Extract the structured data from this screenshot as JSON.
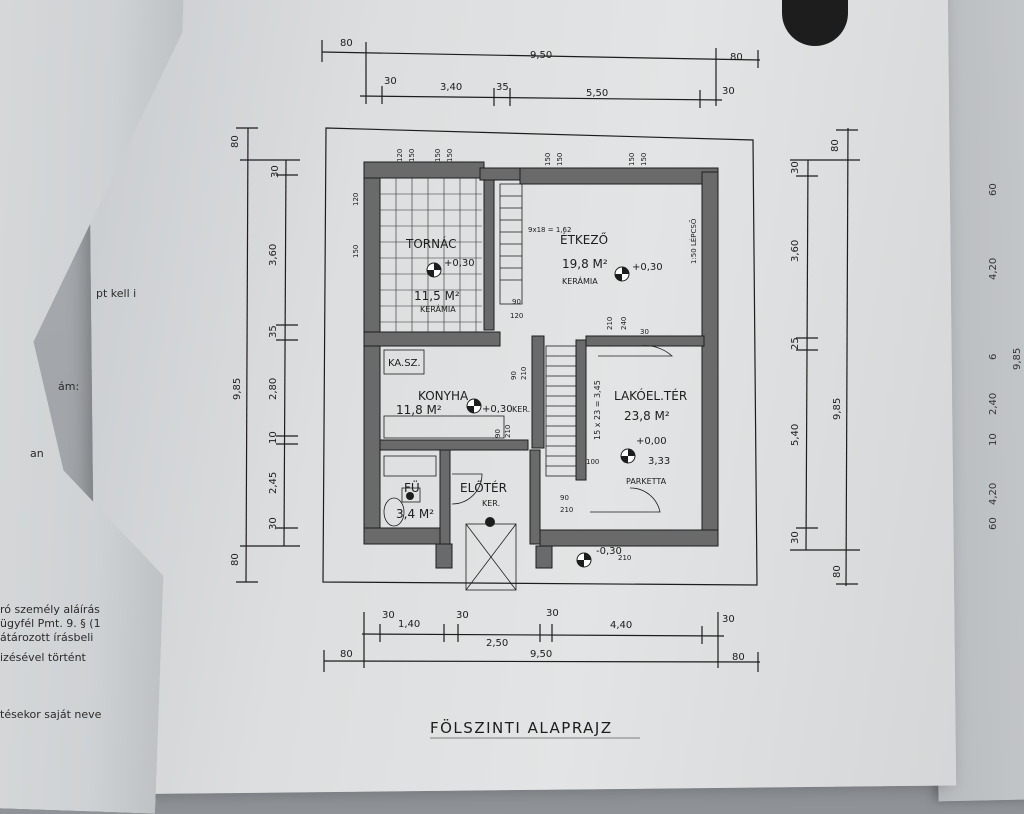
{
  "left_sheet": {
    "lines": [
      "pt kell i",
      "ám:",
      "an",
      "ró személy aláírás",
      "ügyfél Pmt. 9. § (1",
      "átározott írásbeli",
      "izésével történt",
      "tésekor saját neve"
    ]
  },
  "right_sheet": {
    "dims": [
      "60",
      "4,20",
      "6",
      "2,40",
      "10",
      "4,20",
      "60",
      "9,85"
    ]
  },
  "plan": {
    "title": "FÖLSZINTI ALAPRAJZ",
    "rooms": [
      {
        "name": "TORNÁC",
        "area": "11,5 M²",
        "floor": "KERÁMIA",
        "level": "+0,30"
      },
      {
        "name": "ÉTKEZŐ",
        "area": "19,8 M²",
        "floor": "KERÁMIA",
        "level": "+0,30"
      },
      {
        "name": "KONYHA",
        "area": "11,8 M²",
        "floor": "KER.",
        "level": "+0,30"
      },
      {
        "name": "LAKÓEL.TÉR",
        "area": "23,8 M²",
        "floor": "PARKETTA",
        "level": "+0,00",
        "extra": "3,33"
      },
      {
        "name": "ELŐTÉR",
        "area": "",
        "floor": "KER.",
        "level": ""
      },
      {
        "name": "FÜ",
        "area": "3,4 M²",
        "floor": "",
        "level": ""
      },
      {
        "name": "KA.SZ.",
        "area": "",
        "floor": "",
        "level": ""
      }
    ],
    "stair_label_1": "9x18 = 1,62",
    "stair_label_2": "15 x 23 = 3,45",
    "kitchen_note": "1:50 LÉPCSŐ",
    "entrance_level": "-0,30",
    "top_dims": {
      "left": "80",
      "total": "9,50",
      "right": "80",
      "sub": [
        "30",
        "3,40",
        "35",
        "5,50",
        "30"
      ]
    },
    "bottom_dims": {
      "left": "80",
      "total": "9,50",
      "right": "80",
      "sub": [
        "30",
        "1,40",
        "30",
        "2,50",
        "30",
        "4,40",
        "30"
      ]
    },
    "left_dims": {
      "total": "9,85",
      "parts": [
        "80",
        "30",
        "3,60",
        "35",
        "2,80",
        "10",
        "2,45",
        "30",
        "80"
      ]
    },
    "right_dims": {
      "total": "9,85",
      "parts": [
        "80",
        "30",
        "3,60",
        "25",
        "5,40",
        "30",
        "80"
      ]
    },
    "window_dims": [
      "120",
      "150",
      "150",
      "150",
      "150",
      "150",
      "150",
      "150",
      "120",
      "150",
      "90",
      "120",
      "90",
      "210",
      "90",
      "210",
      "210",
      "240",
      "30",
      "100",
      "90",
      "210",
      "210"
    ]
  }
}
